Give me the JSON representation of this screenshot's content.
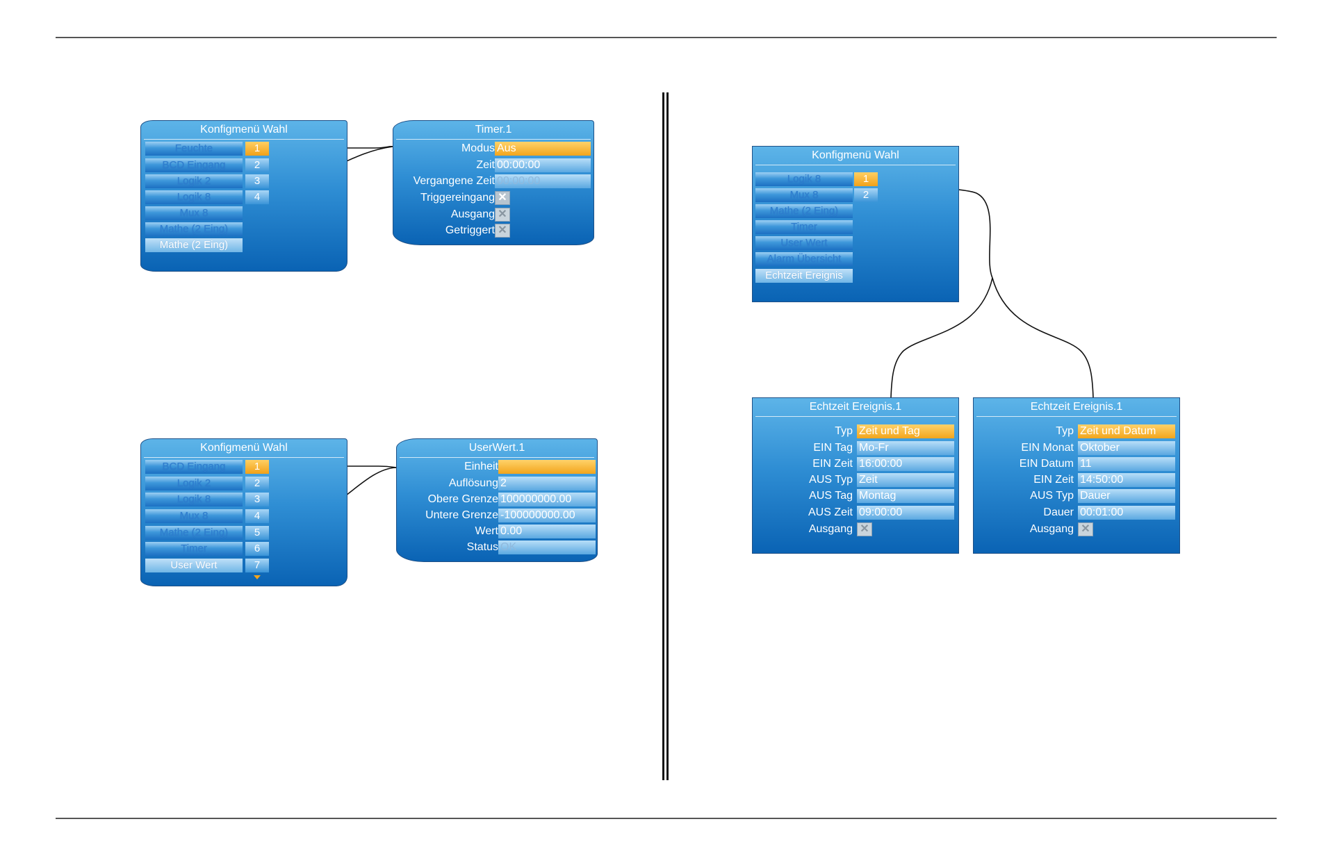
{
  "panel1": {
    "menu": {
      "title": "Konfigmenü Wahl",
      "items": [
        "Feuchte",
        "BCD Eingang",
        "Logik 2",
        "Logik 8",
        "Mux 8",
        "Mathe (2 Eing)",
        "Mathe (2 Eing)"
      ],
      "numbers": [
        "1",
        "2",
        "3",
        "4"
      ]
    },
    "detail": {
      "title": "Timer.1",
      "rows": [
        {
          "label": "Modus",
          "value": "Aus"
        },
        {
          "label": "Zeit",
          "value": "00:00:00"
        },
        {
          "label": "Vergangene Zeit",
          "value": "00:00:00"
        },
        {
          "label": "Triggereingang",
          "check_icon": "check-cross-icon"
        },
        {
          "label": "Ausgang",
          "check_icon": "check-cross-icon"
        },
        {
          "label": "Getriggert",
          "check_icon": "check-cross-icon"
        }
      ]
    }
  },
  "panel2": {
    "menu": {
      "title": "Konfigmenü Wahl",
      "items": [
        "BCD Eingang",
        "Logik 2",
        "Logik 8",
        "Mux 8",
        "Mathe (2 Eing)",
        "Timer",
        "User Wert"
      ],
      "numbers": [
        "1",
        "2",
        "3",
        "4",
        "5",
        "6",
        "7"
      ]
    },
    "detail": {
      "title": "UserWert.1",
      "rows": [
        {
          "label": "Einheit",
          "value": ""
        },
        {
          "label": "Auflösung",
          "value": "2"
        },
        {
          "label": "Obere Grenze",
          "value": "100000000.00"
        },
        {
          "label": "Untere Grenze",
          "value": "-100000000.00"
        },
        {
          "label": "Wert",
          "value": "0.00"
        },
        {
          "label": "Status",
          "value": "OK"
        }
      ]
    }
  },
  "panel3": {
    "menu": {
      "title": "Konfigmenü Wahl",
      "items": [
        "Logik 8",
        "Mux 8",
        "Mathe (2 Eing)",
        "Timer",
        "User Wert",
        "Alarm Übersicht",
        "Echtzeit Ereignis"
      ],
      "numbers": [
        "1",
        "2"
      ]
    },
    "detail_left": {
      "title": "Echtzeit Ereignis.1",
      "rows": [
        {
          "label": "Typ",
          "value": "Zeit und Tag"
        },
        {
          "label": "EIN Tag",
          "value": "Mo-Fr"
        },
        {
          "label": "EIN Zeit",
          "value": "16:00:00"
        },
        {
          "label": "AUS Typ",
          "value": "Zeit"
        },
        {
          "label": "AUS Tag",
          "value": "Montag"
        },
        {
          "label": "AUS Zeit",
          "value": "09:00:00"
        },
        {
          "label": "Ausgang",
          "check_icon": "check-cross-icon"
        }
      ]
    },
    "detail_right": {
      "title": "Echtzeit Ereignis.1",
      "rows": [
        {
          "label": "Typ",
          "value": "Zeit und Datum"
        },
        {
          "label": "EIN Monat",
          "value": "Oktober"
        },
        {
          "label": "EIN Datum",
          "value": "11"
        },
        {
          "label": "EIN Zeit",
          "value": "14:50:00"
        },
        {
          "label": "AUS Typ",
          "value": "Dauer"
        },
        {
          "label": "Dauer",
          "value": "00:01:00"
        },
        {
          "label": "Ausgang",
          "check_icon": "check-cross-icon"
        }
      ]
    }
  },
  "colors": {
    "window_top": "#5db4e8",
    "window_bottom": "#0a63b4",
    "highlight": "#f2a51c",
    "separator": "#111111"
  }
}
